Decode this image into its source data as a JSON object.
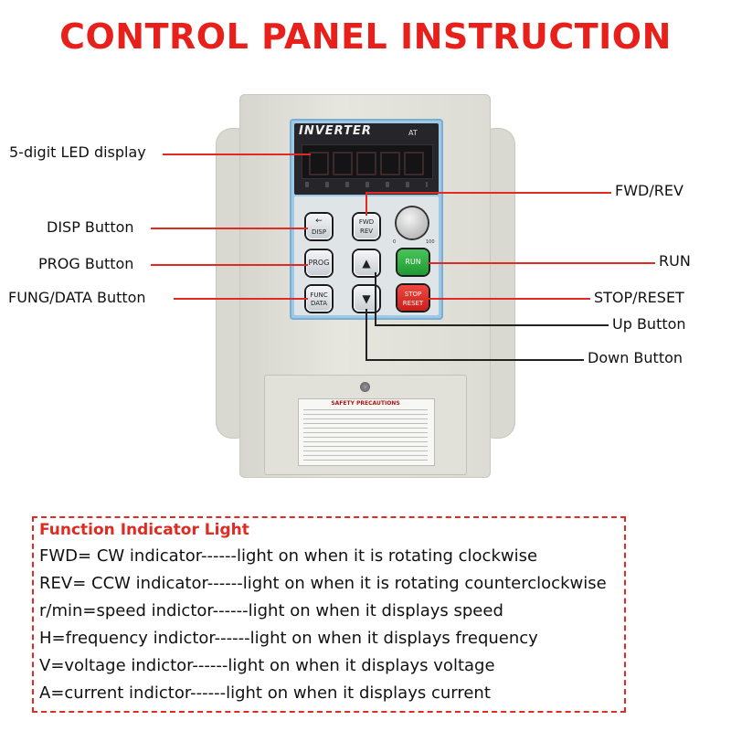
{
  "title": "CONTROL PANEL INSTRUCTION",
  "device": {
    "brand": "INVERTER",
    "model": "AT",
    "keys": {
      "disp": "DISP",
      "fwd": "FWD",
      "rev": "REV",
      "prog": "PROG",
      "func": "FUNC",
      "data": "DATA",
      "run": "RUN",
      "stop": "STOP",
      "reset": "RESET"
    },
    "knob_min": "0",
    "knob_max": "100",
    "sticker_title": "SAFETY PRECAUTIONS"
  },
  "labels": {
    "led_display": "5-digit LED display",
    "disp_button": "DISP Button",
    "prog_button": "PROG Button",
    "fung_data_button": "FUNG/DATA Button",
    "fwd_rev": "FWD/REV",
    "run": "RUN",
    "stop_reset": "STOP/RESET",
    "up_button": "Up Button",
    "down_button": "Down Button"
  },
  "function_indicator": {
    "title": "Function Indicator Light",
    "lines": [
      "FWD= CW indicator------light on when it is rotating clockwise",
      "REV= CCW indicator------light on when it is rotating counterclockwise",
      "r/min=speed indictor------light on when it displays speed",
      "H=frequency indictor------light on when it displays frequency",
      "V=voltage indictor------light on when it displays voltage",
      "A=current indictor------light on when it displays current"
    ]
  },
  "colors": {
    "accent_red": "#e8201c",
    "panel_blue": "#9ec9e6",
    "run_green": "#2aa83c",
    "stop_red": "#d92a22"
  }
}
